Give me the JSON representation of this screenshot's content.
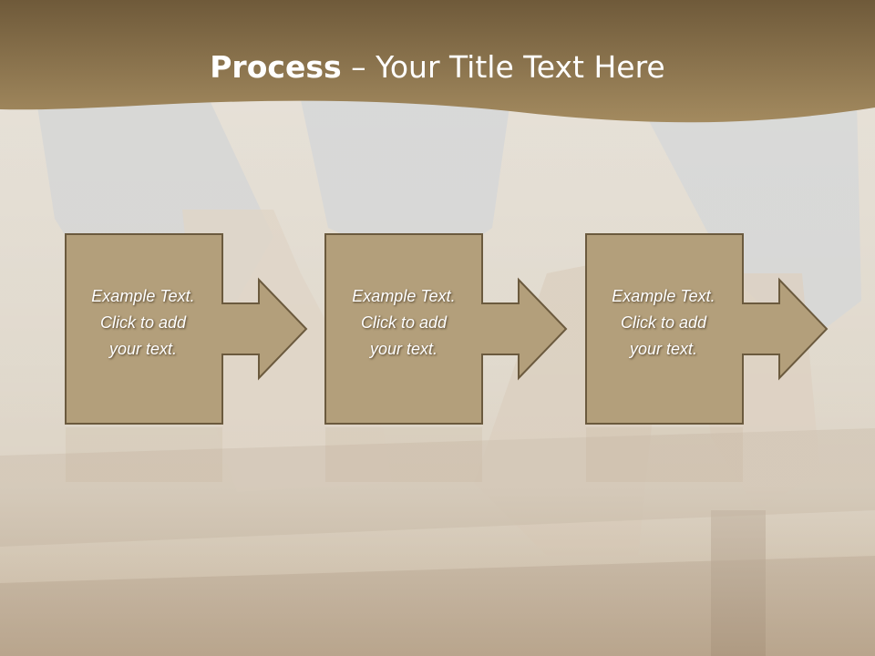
{
  "slide": {
    "title_bold": "Process",
    "title_rest": " – Your Title Text Here",
    "steps": [
      {
        "line1": "Example Text.",
        "line2": "Click  to add",
        "line3": "your text."
      },
      {
        "line1": "Example Text.",
        "line2": "Click  to add",
        "line3": "your text."
      },
      {
        "line1": "Example Text.",
        "line2": "Click  to add",
        "line3": "your text."
      }
    ]
  },
  "colors": {
    "header_band": "#9a8257",
    "box_fill": "#b39f7b",
    "box_stroke": "#6b5a3e",
    "overlay": "#f3f0ea",
    "title_text": "#ffffff"
  }
}
